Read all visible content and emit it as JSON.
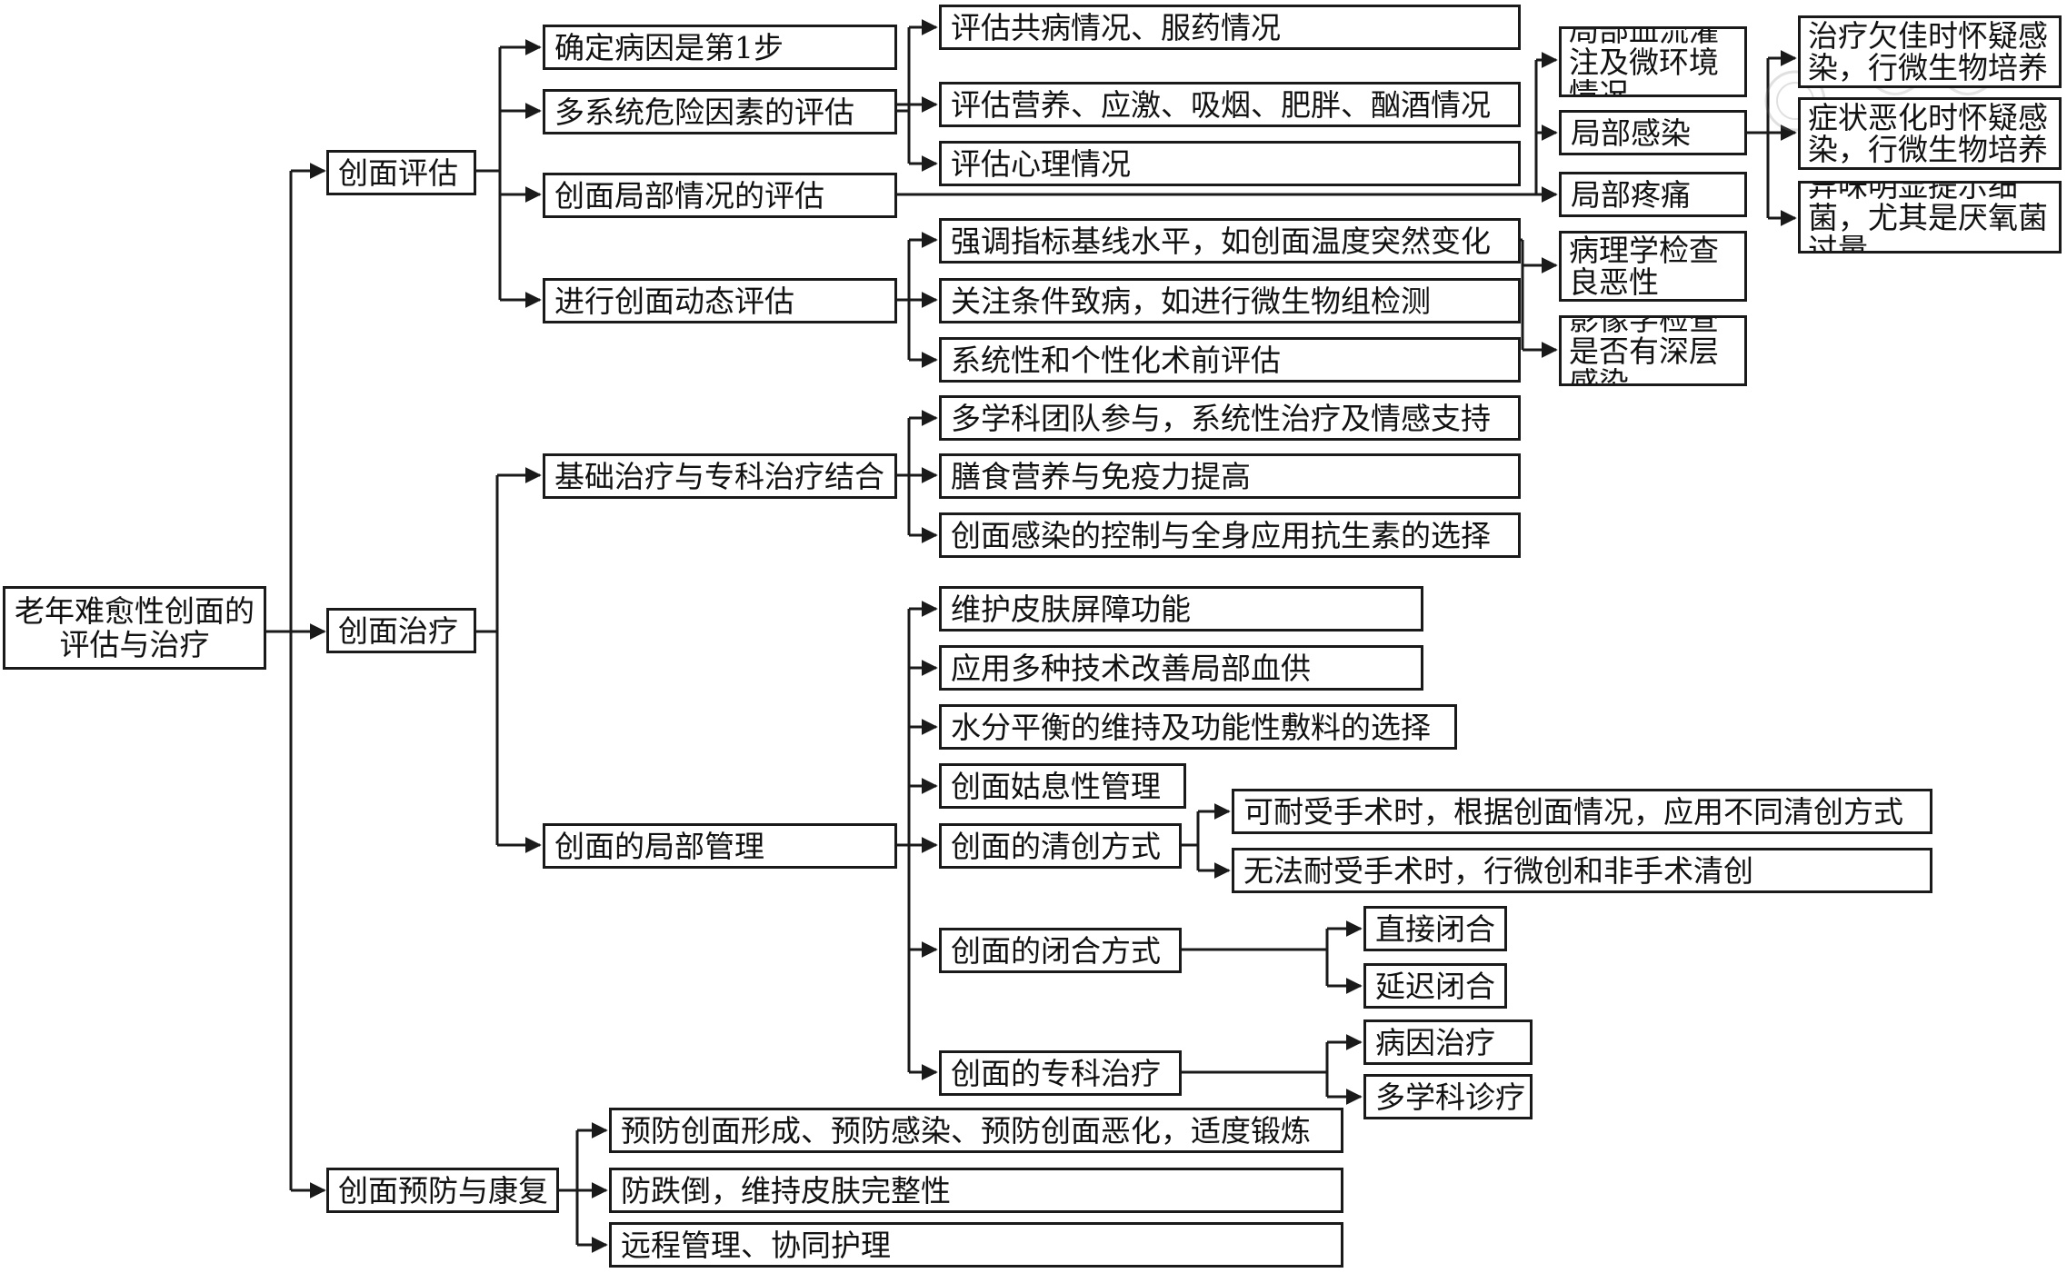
{
  "diagram": {
    "root": "老年难愈性创面的评估与治疗",
    "branches": {
      "assessment": {
        "label": "创面评估",
        "etiology": "确定病因是第1步",
        "risk": {
          "label": "多系统危险因素的评估",
          "items": [
            "评估共病情况、服药情况",
            "评估营养、应激、吸烟、肥胖、酗酒情况",
            "评估心理情况"
          ]
        },
        "local": {
          "label": "创面局部情况的评估",
          "items": [
            "局部血流灌注及微环境情况",
            "局部感染",
            "局部疼痛"
          ],
          "infection_items": [
            "治疗欠佳时怀疑感染，行微生物培养",
            "症状恶化时怀疑感染，行微生物培养",
            "异味明显提示细菌，尤其是厌氧菌过量"
          ]
        },
        "dynamic": {
          "label": "进行创面动态评估",
          "items": [
            "强调指标基线水平，如创面温度突然变化",
            "关注条件致病，如进行微生物组检测",
            "系统性和个性化术前评估"
          ],
          "checks": [
            "病理学检查良恶性",
            "影像学检查是否有深层感染"
          ]
        }
      },
      "treatment": {
        "label": "创面治疗",
        "combined": {
          "label": "基础治疗与专科治疗结合",
          "items": [
            "多学科团队参与，系统性治疗及情感支持",
            "膳食营养与免疫力提高",
            "创面感染的控制与全身应用抗生素的选择"
          ]
        },
        "local_mgmt": {
          "label": "创面的局部管理",
          "items": [
            "维护皮肤屏障功能",
            "应用多种技术改善局部血供",
            "水分平衡的维持及功能性敷料的选择",
            "创面姑息性管理"
          ],
          "debridement": {
            "label": "创面的清创方式",
            "items": [
              "可耐受手术时，根据创面情况，应用不同清创方式",
              "无法耐受手术时，行微创和非手术清创"
            ]
          },
          "closure": {
            "label": "创面的闭合方式",
            "items": [
              "直接闭合",
              "延迟闭合"
            ]
          },
          "specialist": {
            "label": "创面的专科治疗",
            "items": [
              "病因治疗",
              "多学科诊疗"
            ]
          }
        }
      },
      "prevention": {
        "label": "创面预防与康复",
        "items": [
          "预防创面形成、预防感染、预防创面恶化，适度锻炼",
          "防跌倒，维持皮肤完整性",
          "远程管理、协同护理"
        ]
      }
    }
  },
  "watermark": "seal-logo",
  "colors": {
    "line": "#1a1a1a",
    "border": "#1a1a1a",
    "text": "#111111",
    "background": "#ffffff"
  }
}
